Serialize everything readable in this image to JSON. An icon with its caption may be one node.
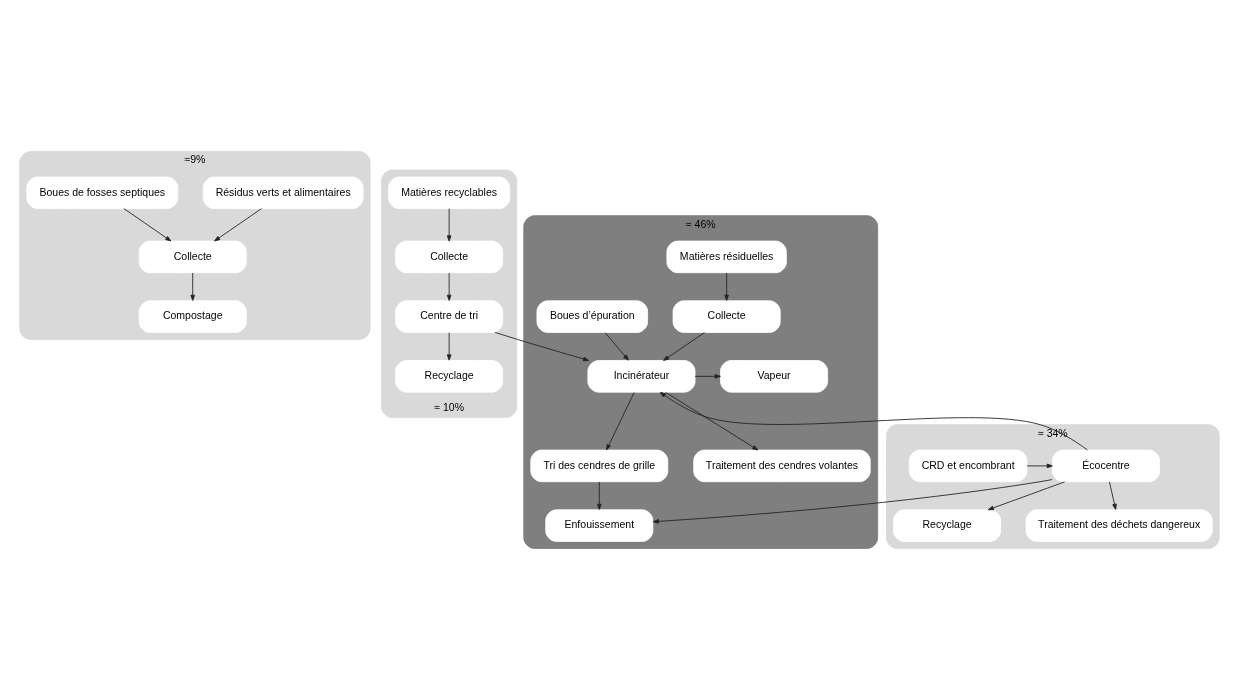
{
  "diagram": {
    "nodes": [
      {
        "text": [
          "≈9%"
        ]
      },
      {
        "text": [
          "Résidus verts et alimentaires"
        ],
        "in": 0
      },
      {
        "text": [
          "Boues de fosses septiques"
        ],
        "in": 0
      },
      {
        "text": [
          "Collecte"
        ],
        "in": 0
      },
      {
        "text": [
          "Compostage"
        ],
        "in": 0
      },
      {
        "text": [
          "≈ 10%"
        ]
      },
      {
        "text": [
          "Matières recyclables"
        ],
        "in": 5
      },
      {
        "text": [
          "Collecte"
        ],
        "in": 5
      },
      {
        "text": [
          "Centre de tri"
        ],
        "in": 5
      },
      {
        "text": [
          "Recyclage"
        ],
        "in": 5
      },
      {
        "text": [
          "≈ 46%"
        ]
      },
      {
        "text": [
          "Matières résiduelles"
        ],
        "in": 10
      },
      {
        "text": [
          "Collecte"
        ],
        "in": 10
      },
      {
        "text": [
          "Boues d’épuration"
        ],
        "in": 10
      },
      {
        "text": [
          "Incinérateur"
        ],
        "in": 10
      },
      {
        "text": [
          "Vapeur"
        ],
        "in": 10
      },
      {
        "text": [
          "Tri des cendres de grille"
        ],
        "in": 10
      },
      {
        "text": [
          "Traitement des cendres volantes"
        ],
        "in": 10
      },
      {
        "text": [
          "Enfouissement"
        ],
        "in": 10
      },
      {
        "text": [
          "≈ 34%"
        ]
      },
      {
        "text": [
          "CRD et encombrant"
        ],
        "in": 19
      },
      {
        "text": [
          "Écocentre"
        ],
        "in": 19
      },
      {
        "text": [
          "Recyclage"
        ],
        "in": 19
      },
      {
        "text": [
          "Traitement des déchets dangereux"
        ],
        "in": 19
      }
    ],
    "edges": [
      {
        "from": 1,
        "to": 3,
        "arrow": "to"
      },
      {
        "from": 2,
        "to": 3,
        "arrow": "to"
      },
      {
        "from": 3,
        "to": 4,
        "arrow": "to"
      },
      {
        "from": 6,
        "to": 7,
        "arrow": "to"
      },
      {
        "from": 7,
        "to": 8,
        "arrow": "to"
      },
      {
        "from": 8,
        "to": 9,
        "arrow": "to"
      },
      {
        "from": 8,
        "to": 14,
        "arrow": "to"
      },
      {
        "from": 11,
        "to": 12,
        "arrow": "to"
      },
      {
        "from": 12,
        "to": 14,
        "arrow": "to"
      },
      {
        "from": 13,
        "to": 14,
        "arrow": "to"
      },
      {
        "from": 14,
        "to": 15,
        "arrow": "to"
      },
      {
        "from": 14,
        "to": 16,
        "arrow": "to"
      },
      {
        "from": 14,
        "to": 17,
        "arrow": "to"
      },
      {
        "from": 16,
        "to": 18,
        "arrow": "to"
      },
      {
        "from": 20,
        "to": 21,
        "arrow": "to"
      },
      {
        "from": 21,
        "to": 22,
        "arrow": "to"
      },
      {
        "from": 21,
        "to": 23,
        "arrow": "to"
      },
      {
        "from": 21,
        "to": 14,
        "arrow": "to"
      },
      {
        "from": 21,
        "to": 18,
        "arrow": "to"
      }
    ]
  }
}
